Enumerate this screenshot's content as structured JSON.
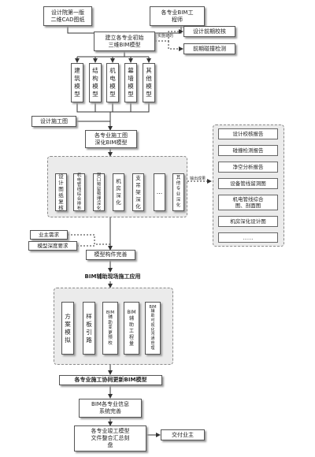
{
  "start": {
    "cad": "设计院第一版\n二维CAD图纸",
    "engineer": "各专业BIM工\n程师"
  },
  "build_model": "建立各专业初始\n三维BIM模型",
  "implement_label": "实施目的",
  "checks": [
    "设计前期校核",
    "前期碰撞检测"
  ],
  "models": [
    "建\n筑\n模\n型",
    "结\n构\n模\n型",
    "机\n电\n模\n型",
    "幕\n墙\n模\n型",
    "其\n他\n模\n型"
  ],
  "construction_drawing": "设计施工图",
  "deepen_model": "各专业施工图\n深化BIM模型",
  "deepen_items": [
    "设\n计\n图\n纸\n复\n核",
    "机\n电\n管\n线\n综\n合\n排\n布",
    "洞\n口\n预\n留\n预\n埋\n深\n化",
    "机\n房\n深\n化",
    "支\n吊\n架\n深\n化",
    "…",
    "其\n他\n专\n业\n深\n化"
  ],
  "output_label": "输出成果",
  "outputs": [
    "设计校核报告",
    "碰撞检测报告",
    "净空分析报告",
    "设备管线留洞图",
    "机电管线综合\n图、剖面图",
    "机房深化设计图",
    "……"
  ],
  "owner_demand": "业主需求",
  "model_depth": "模型深度要求",
  "model_complete": "模型构件完善",
  "bim_site": "BIM辅助现场施工应用",
  "site_items": [
    "方\n案\n模\n拟",
    "样\n板\n引\n路",
    "BIM\n辅\n助\n变\n更\n预\n校",
    "BIM\n辅\n助\n工\n程\n量",
    "BIM\n辅\n助\n可\n视\n化\n沟\n通\n管\n理"
  ],
  "update_model": "各专业施工协同更新BIM模型",
  "info_complete": "BIM各专业信息\n系统完善",
  "final_archive": "各专业竣工模型\n文件整合汇总刻\n盘",
  "deliver": "交付业主"
}
